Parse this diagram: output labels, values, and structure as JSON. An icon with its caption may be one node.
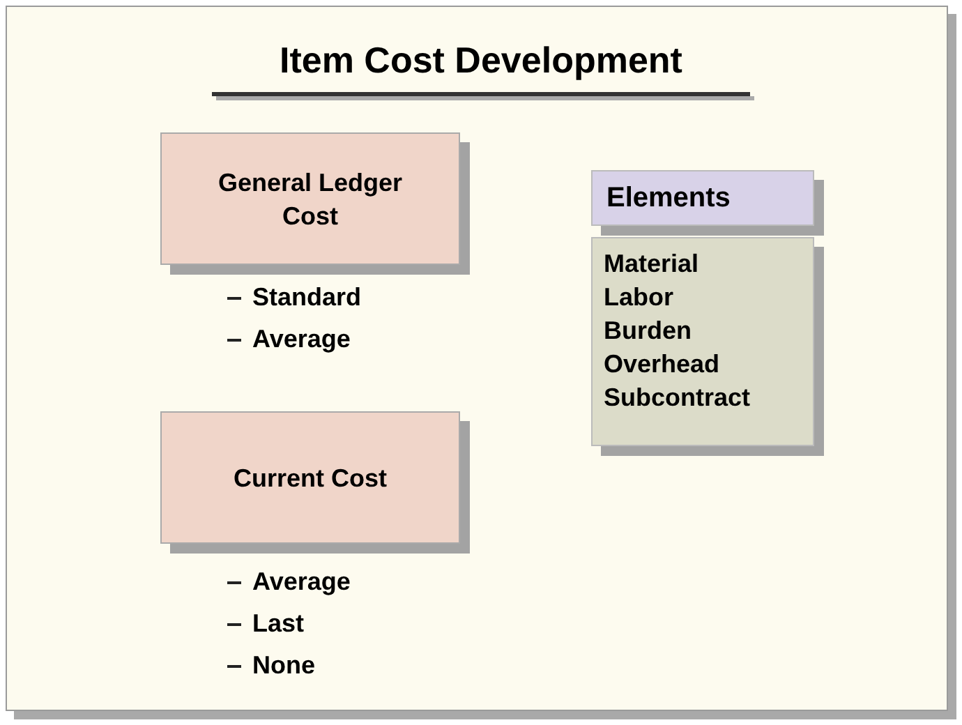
{
  "diagram": {
    "title": "Item Cost Development",
    "nodes": [
      {
        "text": [
          "General Ledger Cost"
        ],
        "beside": [
          "Standard",
          "Average"
        ]
      },
      {
        "text": [
          "Current Cost"
        ],
        "beside": [
          "Average",
          "Last",
          "None"
        ]
      },
      {
        "text": [
          "Elements"
        ]
      },
      {
        "text": [
          "Material",
          "Labor",
          "Burden",
          "Overhead",
          "Subcontract"
        ]
      }
    ],
    "edges": []
  }
}
